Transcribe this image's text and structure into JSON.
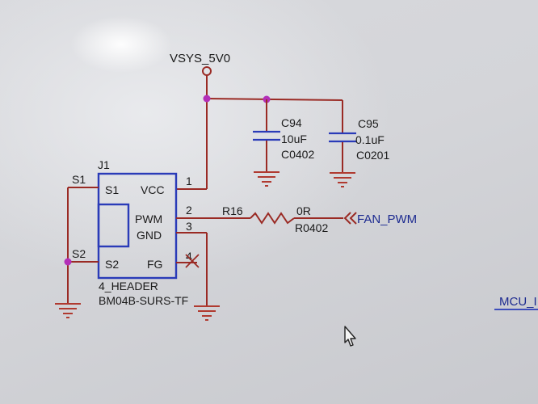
{
  "power_net": "VSYS_5V0",
  "capacitors": [
    {
      "ref": "C94",
      "value": "10uF",
      "package": "C0402"
    },
    {
      "ref": "C95",
      "value": "0.1uF",
      "package": "C0201"
    }
  ],
  "connector": {
    "ref": "J1",
    "pins_left": [
      "S1",
      "S2"
    ],
    "pins_right": [
      "VCC",
      "PWM",
      "GND",
      "FG"
    ],
    "part_type": "4_HEADER",
    "part_number": "BM04B-SURS-TF"
  },
  "pin_numbers": [
    "1",
    "2",
    "3",
    "4"
  ],
  "shell_nets": [
    "S1",
    "S2"
  ],
  "resistor": {
    "ref": "R16",
    "value": "0R",
    "package": "R0402"
  },
  "net_labels": {
    "fan_pwm": "FAN_PWM",
    "mcu_partial": "MCU_I"
  },
  "colors": {
    "wire": "#9a2a24",
    "component": "#2a3bb8",
    "junction": "#b32fb8",
    "net_label": "#1c2a90"
  }
}
